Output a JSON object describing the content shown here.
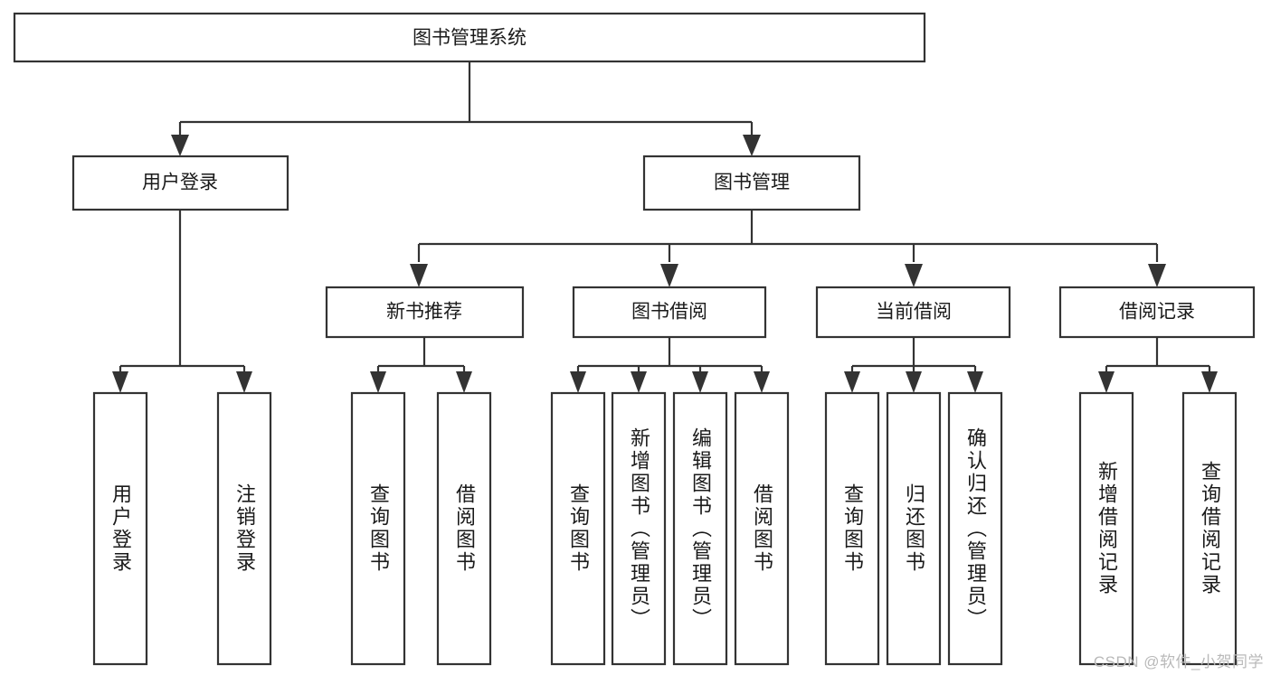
{
  "diagram": {
    "title": "图书管理系统",
    "type": "tree-hierarchy-diagram",
    "colors": {
      "box_stroke": "#333333",
      "box_fill": "#ffffff",
      "text": "#1a1a1a",
      "background": "#ffffff",
      "watermark": "#b9b9b9"
    },
    "root": {
      "label": "图书管理系统"
    },
    "level2": {
      "user_login": {
        "label": "用户登录"
      },
      "book_management": {
        "label": "图书管理"
      }
    },
    "level3": {
      "new_book_recommend": {
        "label": "新书推荐"
      },
      "book_borrow": {
        "label": "图书借阅"
      },
      "current_borrow": {
        "label": "当前借阅"
      },
      "borrow_record": {
        "label": "借阅记录"
      }
    },
    "leaves": {
      "user_login": [
        {
          "label": "用户登录"
        },
        {
          "label": "注销登录"
        }
      ],
      "new_book_recommend": [
        {
          "label": "查询图书"
        },
        {
          "label": "借阅图书"
        }
      ],
      "book_borrow": [
        {
          "label": "查询图书"
        },
        {
          "label": "新增图书（管理员）"
        },
        {
          "label": "编辑图书（管理员）"
        },
        {
          "label": "借阅图书"
        }
      ],
      "current_borrow": [
        {
          "label": "查询图书"
        },
        {
          "label": "归还图书"
        },
        {
          "label": "确认归还（管理员）"
        }
      ],
      "borrow_record": [
        {
          "label": "新增借阅记录"
        },
        {
          "label": "查询借阅记录"
        }
      ]
    }
  },
  "watermark": {
    "text": "CSDN @软件_小贺同学"
  }
}
